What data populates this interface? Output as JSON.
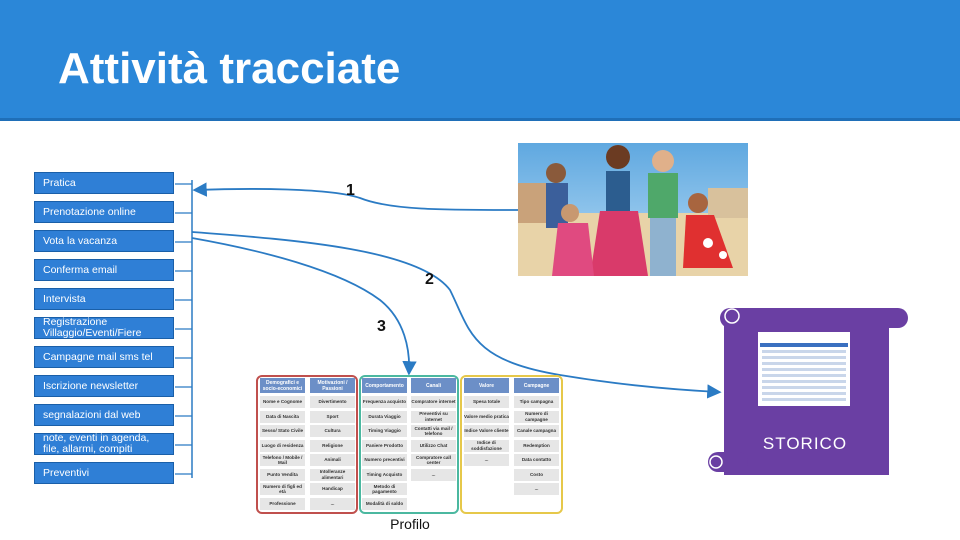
{
  "title": "Attività tracciate",
  "activities": [
    "Pratica",
    "Prenotazione online",
    "Vota la vacanza",
    "Conferma email",
    "Intervista",
    "Registrazione Villaggio/Eventi/Fiere",
    "Campagne mail sms tel",
    "Iscrizione newsletter",
    "segnalazioni dal web",
    "note, eventi in agenda, file, allarmi, compiti",
    "Preventivi"
  ],
  "arrow_numbers": [
    "1",
    "2",
    "3"
  ],
  "storico_label": "STORICO",
  "profilo_label": "Profilo",
  "profile_categories": [
    {
      "header": "Demografici e socio-economici",
      "items": [
        "Nome e Cognome",
        "Data di Nascita",
        "Sesso/ Stato Civile",
        "Luogo di residenza",
        "Telefono / Mobile / Mail",
        "Punto Vendita",
        "Numero di figli ed età",
        "Professione"
      ]
    },
    {
      "header": "Motivazioni / Passioni",
      "items": [
        "Divertimento",
        "Sport",
        "Cultura",
        "Religione",
        "Animali",
        "Intolleranze alimentari",
        "Handicap",
        "..."
      ]
    },
    {
      "header": "Comportamento",
      "items": [
        "Frequenza acquisto",
        "Durata Viaggio",
        "Timing Viaggio",
        "Paniere Prodotto",
        "Numero precentivi",
        "Timing Acquisto",
        "Metodo di pagamento",
        "Modalità di saldo"
      ]
    },
    {
      "header": "Canali",
      "items": [
        "Compratore internet",
        "Preventivi su internet",
        "Contatti via mail / telefono",
        "Utilizzo Chat",
        "Compratore call center",
        "..."
      ]
    },
    {
      "header": "Valore",
      "items": [
        "Spesa totale",
        "Valore medio pratica",
        "Indice Valore cliente",
        "Indice di soddisfazione",
        "..."
      ]
    },
    {
      "header": "Campagne",
      "items": [
        "Tipo campagna",
        "Numero di campagne",
        "Canale campagna",
        "Redemption",
        "Data contatto",
        "Costo",
        "..."
      ]
    }
  ],
  "colors": {
    "header_bg": "#2b87d8",
    "activity_bg": "#2f7fd6",
    "arrow": "#2b7bc4",
    "scroll": "#6a3fa3",
    "group_red": "#c0504d",
    "group_green": "#4bb8a0",
    "group_yellow": "#e6c84a"
  }
}
